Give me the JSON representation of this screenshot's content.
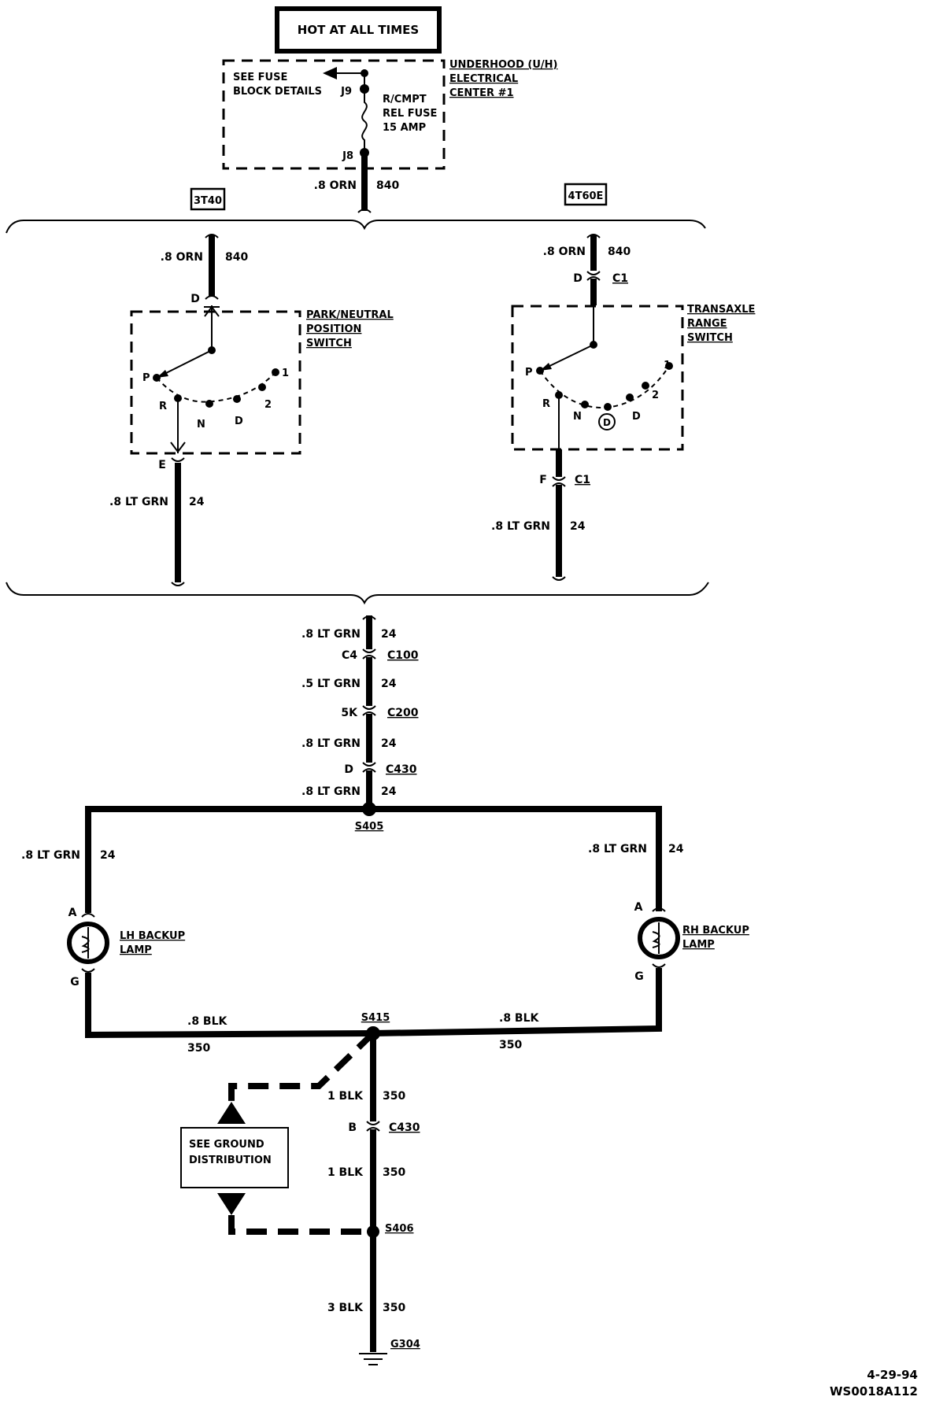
{
  "power": {
    "title": "HOT AT ALL TIMES"
  },
  "fuse_block": {
    "name": [
      "UNDERHOOD (U/H)",
      "ELECTRICAL",
      "CENTER #1"
    ],
    "details": [
      "SEE FUSE",
      "BLOCK DETAILS"
    ],
    "fuse": [
      "R/CMPT",
      "REL FUSE",
      "15 AMP"
    ],
    "terminal_in": "J9",
    "terminal_out": "J8"
  },
  "wires": {
    "feed": {
      "gauge": ".8 ORN",
      "circuit": "840"
    },
    "ltgrn8": ".8 LT GRN",
    "ltgrn5": ".5 LT GRN",
    "circuit24": "24",
    "blk8": ".8 BLK",
    "blk1": "1 BLK",
    "blk3": "3 BLK",
    "circuit350": "350"
  },
  "options": {
    "left": "3T40",
    "right": "4T60E"
  },
  "pn_switch": {
    "name": [
      "PARK/NEUTRAL",
      "POSITION",
      "SWITCH"
    ],
    "terminal_in": "D",
    "terminal_out": "E",
    "positions": [
      "P",
      "R",
      "N",
      "D",
      "2",
      "1"
    ]
  },
  "tr_switch": {
    "name": [
      "TRANSAXLE",
      "RANGE",
      "SWITCH"
    ],
    "terminal_in": "D",
    "connector_in": "C1",
    "terminal_out": "F",
    "connector_out": "C1",
    "positions": [
      "P",
      "R",
      "N",
      "D",
      "2",
      "1"
    ],
    "od_symbol": "D"
  },
  "connectors": {
    "c100": {
      "terminal": "C4",
      "name": "C100"
    },
    "c200": {
      "terminal": "5K",
      "name": "C200"
    },
    "c430a": {
      "terminal": "D",
      "name": "C430"
    },
    "c430b": {
      "terminal": "B",
      "name": "C430"
    }
  },
  "splices": {
    "s405": "S405",
    "s415": "S415",
    "s406": "S406"
  },
  "lamps": {
    "lh": {
      "name": [
        "LH BACKUP",
        "LAMP"
      ],
      "pin_a": "A",
      "pin_g": "G"
    },
    "rh": {
      "name": [
        "RH BACKUP",
        "LAMP"
      ],
      "pin_a": "A",
      "pin_g": "G"
    }
  },
  "ground_box": [
    "SEE GROUND",
    "DISTRIBUTION"
  ],
  "ground": "G304",
  "footer": {
    "date": "4-29-94",
    "code": "WS0018A112"
  }
}
